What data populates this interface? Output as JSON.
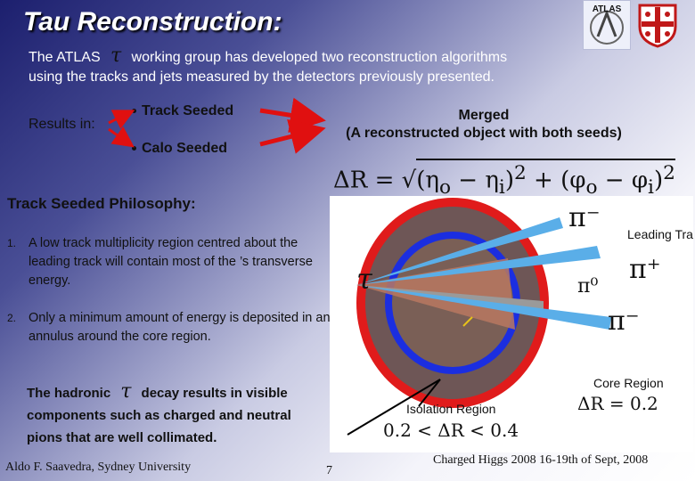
{
  "title": "Tau Reconstruction:",
  "intro": {
    "part1": "The ATLAS",
    "tau_symbol": "τ",
    "part2": "working group has developed two reconstruction algorithms",
    "part3": "using the tracks and jets measured by the detectors previously presented."
  },
  "results_label": "Results in:",
  "seeds": [
    "Track Seeded",
    "Calo Seeded"
  ],
  "merged": {
    "line1": "Merged",
    "line2": "(A reconstructed object with both seeds)"
  },
  "formula": {
    "lhs": "ΔR = ",
    "radicand": "(η<sub>o</sub> − η<sub>i</sub>)<sup>2</sup> + (φ<sub>o</sub> − φ<sub>i</sub>)<sup>2</sup>"
  },
  "philosophy_heading": "Track Seeded Philosophy:",
  "list": [
    {
      "num": "1.",
      "text": "A low track multiplicity region centred about the leading track will contain most of the ’s transverse energy."
    },
    {
      "num": "2.",
      "text": "Only a minimum amount of energy is deposited in an annulus around the core region."
    }
  ],
  "hadronic": {
    "part1": "The hadronic",
    "tau_symbol": "τ",
    "part2": "decay results in visible components such as charged and neutral pions that are well collimated."
  },
  "diagram": {
    "tau_label": "τ",
    "pi_minus_top": "π⁻",
    "pi_zero": "π⁰",
    "pi_plus": "π⁺",
    "pi_minus_bottom": "π⁻",
    "leading_track": "Leading Track",
    "core_region": "Core Region",
    "core_formula": "ΔR = 0.2",
    "isolation_region": "Isolation Region",
    "isolation_formula": "0.2 < ΔR < 0.4",
    "colors": {
      "isolation": "#e01b1b",
      "core": "#1b2ee0",
      "cone": "#b06a4a",
      "track": "#5aaee8",
      "neutral": "#9a9a9a"
    }
  },
  "logos": {
    "atlas_text": "ATLAS"
  },
  "footer": {
    "author": "Aldo F. Saavedra, Sydney University",
    "page_number": "7",
    "conference": "Charged Higgs 2008 16-19th of Sept, 2008"
  }
}
